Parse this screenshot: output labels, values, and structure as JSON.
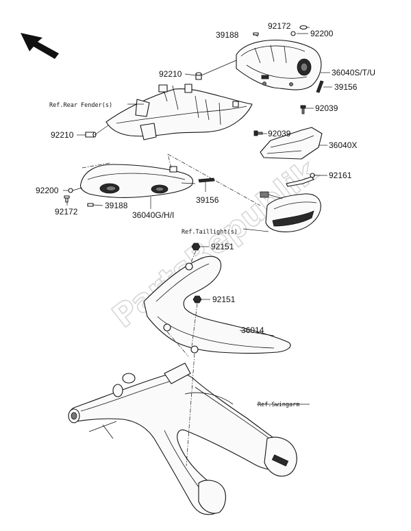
{
  "watermark": "PartsRepublik",
  "callouts": {
    "p92172_top": "92172",
    "p92200_top": "92200",
    "p39188_top": "39188",
    "p92210_mid": "92210",
    "p36040stu": "36040S/T/U",
    "p39156_top": "39156",
    "p92039_a": "92039",
    "p92039_b": "92039",
    "p36040x": "36040X",
    "p92210_left": "92210",
    "p92200_left": "92200",
    "p92172_left": "92172",
    "p39188_left": "39188",
    "p36040ghi": "36040G/H/I",
    "p39156_left": "39156",
    "p92161": "92161",
    "p92151_a": "92151",
    "p92151_b": "92151",
    "p36014": "36014"
  },
  "references": {
    "rear_fender": "Ref.Rear Fender(s)",
    "taillight": "Ref.Taillight(s)",
    "swingarm": "Ref.Swingarm"
  },
  "icons": {
    "direction": "front-direction-arrow-icon"
  }
}
